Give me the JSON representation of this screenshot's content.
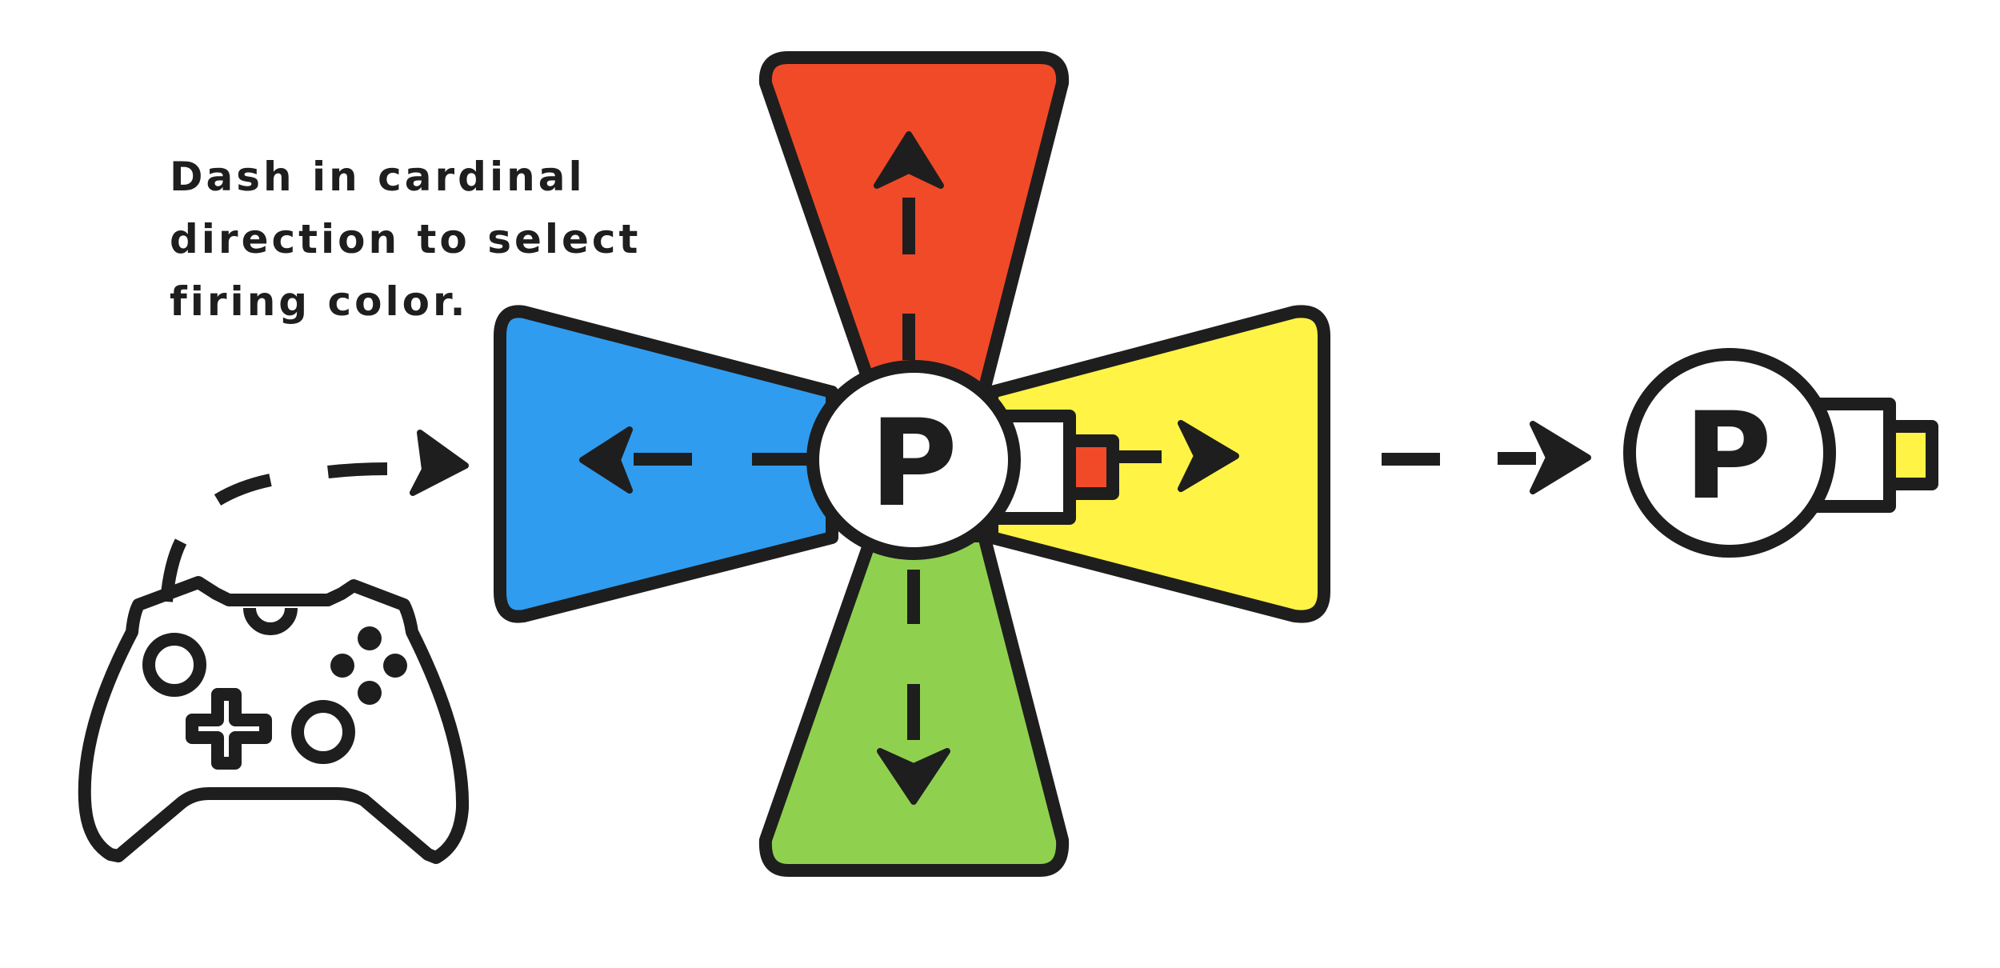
{
  "instruction": {
    "line1": "Dash in cardinal",
    "line2": "direction to select",
    "line3": "firing color."
  },
  "player_letter": "P",
  "colors": {
    "up": "#f14a29",
    "left": "#2f9cf0",
    "right": "#fff345",
    "down": "#8fd14f",
    "outline": "#1e1e1e",
    "fill": "#ffffff"
  },
  "icons": {
    "controller": "gamepad-icon",
    "arrows": "arrow-icon"
  }
}
